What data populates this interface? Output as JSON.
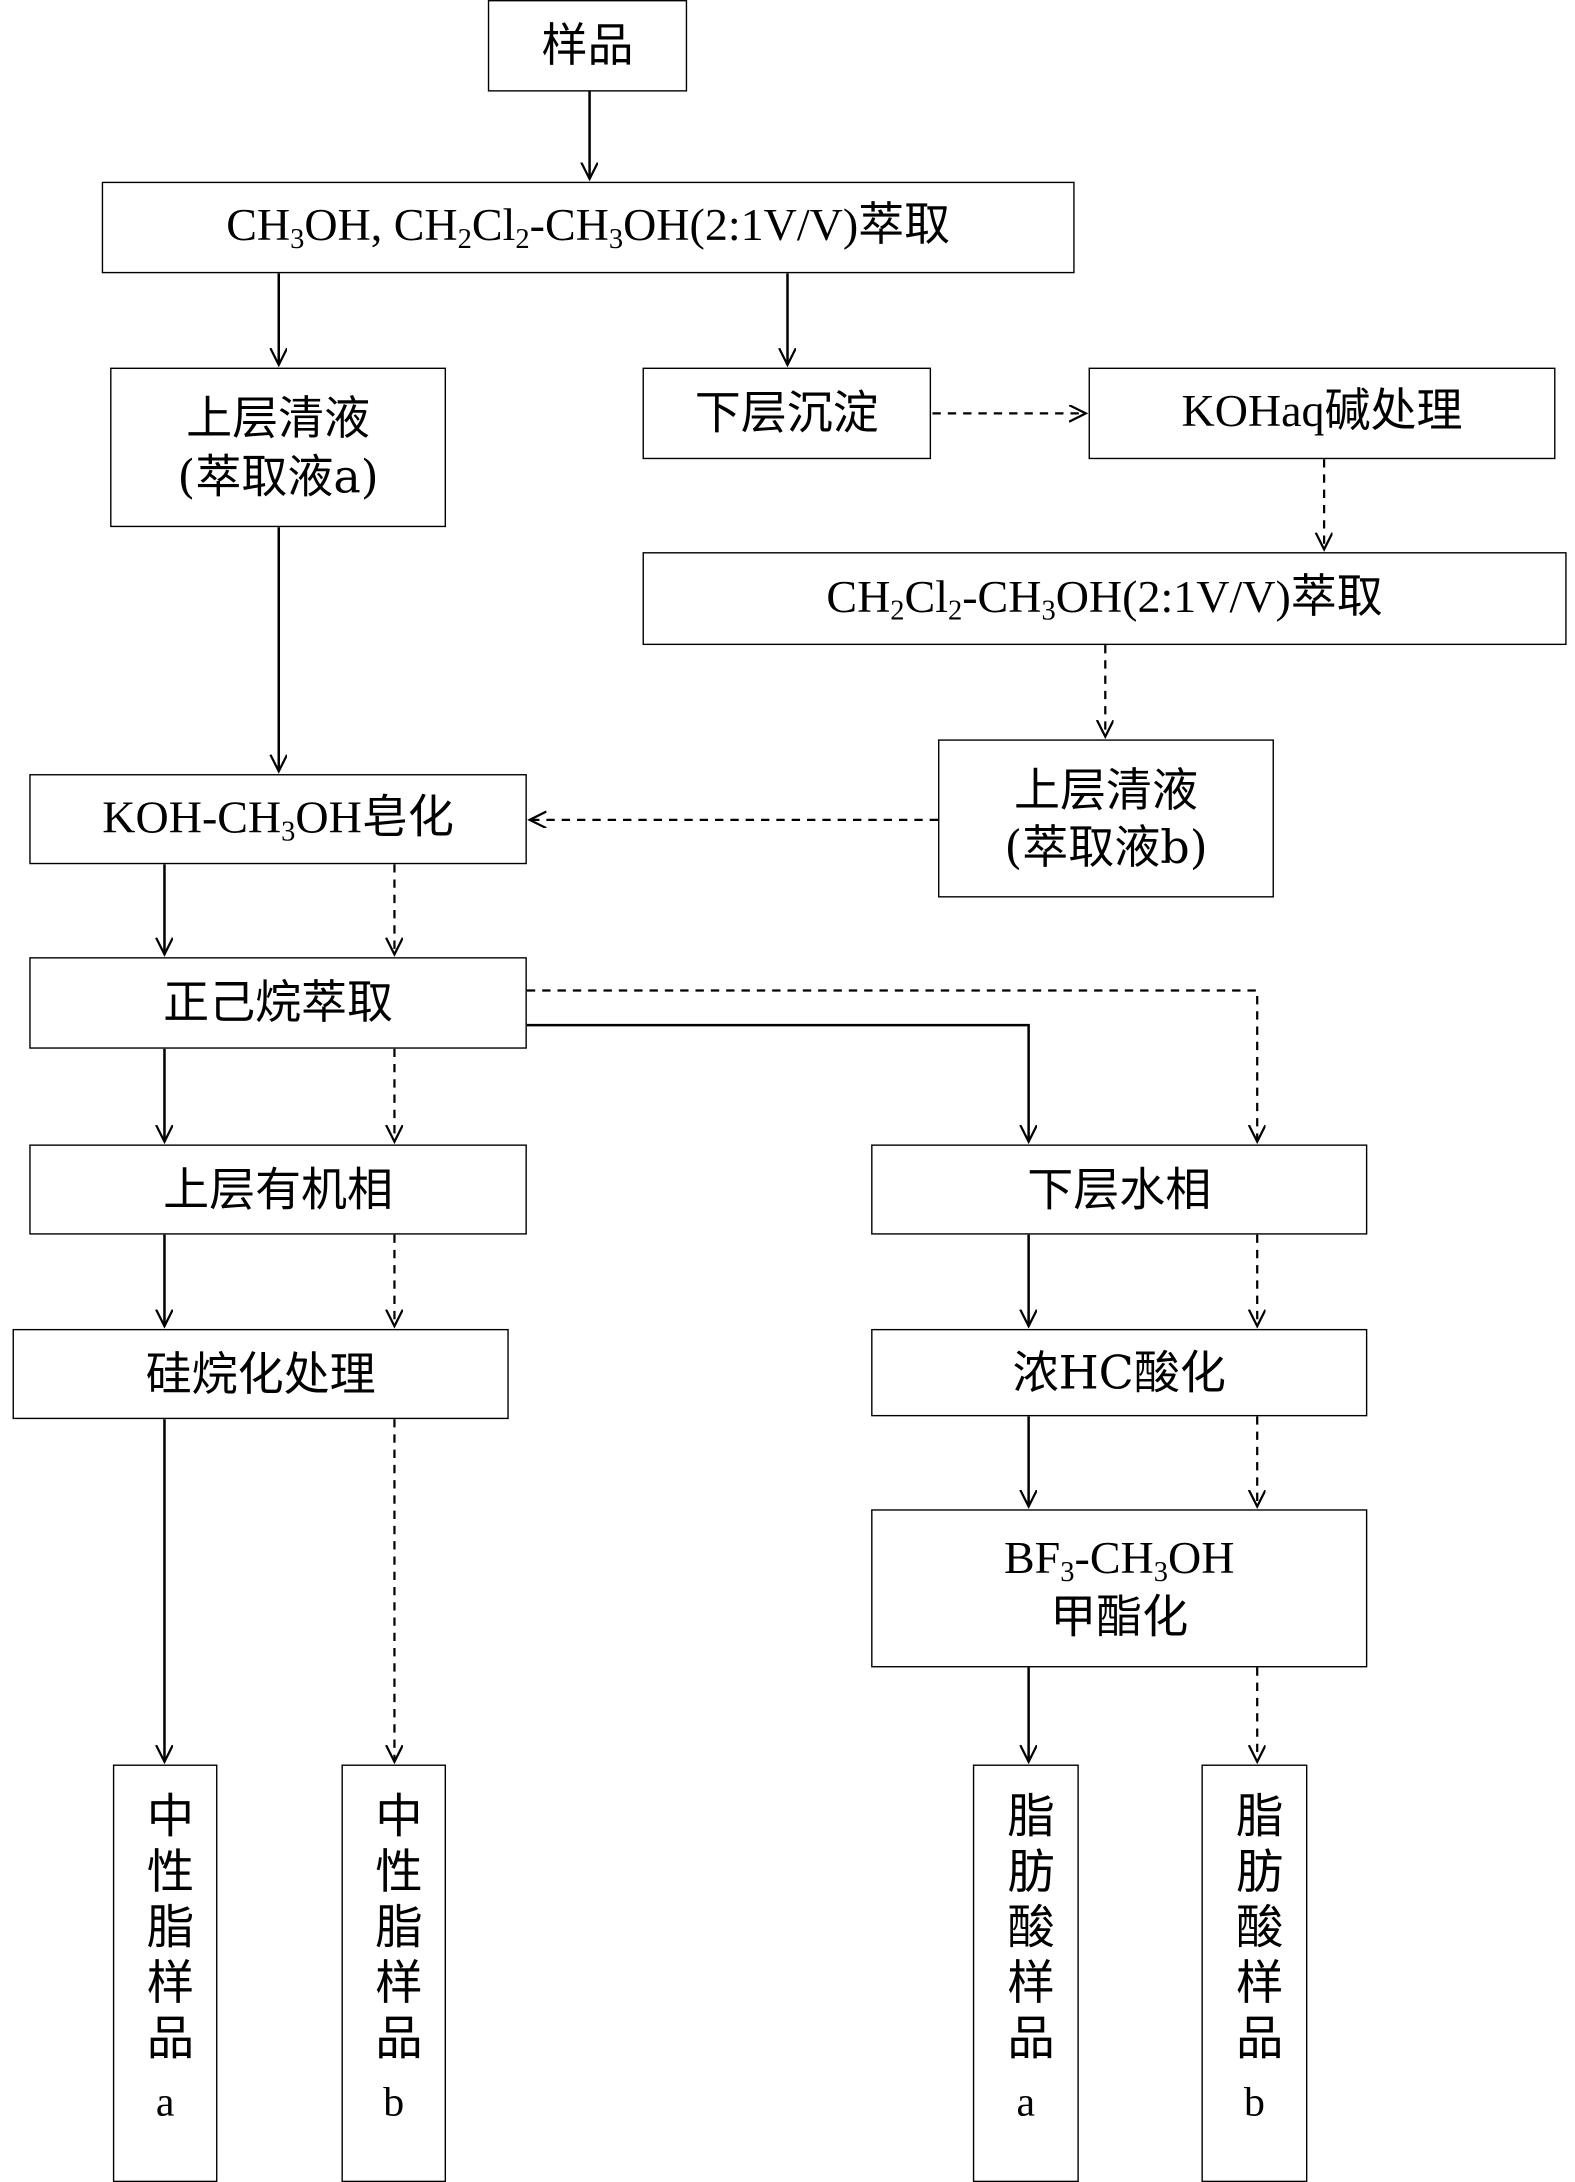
{
  "nodes": {
    "sample": "样品",
    "extract1": {
      "pre": "CH",
      "s1": "3",
      "mid": "OH, CH",
      "s2": "2",
      "mid2": "Cl",
      "s3": "2",
      "mid3": "-CH",
      "s4": "3",
      "post": "OH(2:1V/V)萃取"
    },
    "upper_clear_a": {
      "line1": "上层清液",
      "line2": "(萃取液a)"
    },
    "lower_precip": "下层沉淀",
    "koh_aq": "KOHaq碱处理",
    "extract2": {
      "pre": "CH",
      "s1": "2",
      "mid": "Cl",
      "s2": "2",
      "mid2": "-CH",
      "s3": "3",
      "post": "OH(2:1V/V)萃取"
    },
    "upper_clear_b": {
      "line1": "上层清液",
      "line2": "(萃取液b)"
    },
    "saponify": {
      "pre": "KOH-CH",
      "s1": "3",
      "post": "OH皂化"
    },
    "hexane": "正己烷萃取",
    "upper_organic": "上层有机相",
    "lower_aqueous": "下层水相",
    "silane": "硅烷化处理",
    "acidify": "浓HC酸化",
    "methyl": {
      "pre": "BF",
      "s1": "3",
      "mid": "-CH",
      "s2": "3",
      "post": "OH",
      "line2": "甲酯化"
    },
    "neutral_a": {
      "chars": "中性脂样品",
      "suffix": "a"
    },
    "neutral_b": {
      "chars": "中性脂样品",
      "suffix": "b"
    },
    "fatty_a": {
      "chars": "脂肪酸样品",
      "suffix": "a"
    },
    "fatty_b": {
      "chars": "脂肪酸样品",
      "suffix": "b"
    }
  },
  "colors": {
    "line": "#000000",
    "box_border": "#000000",
    "background": "#ffffff"
  }
}
